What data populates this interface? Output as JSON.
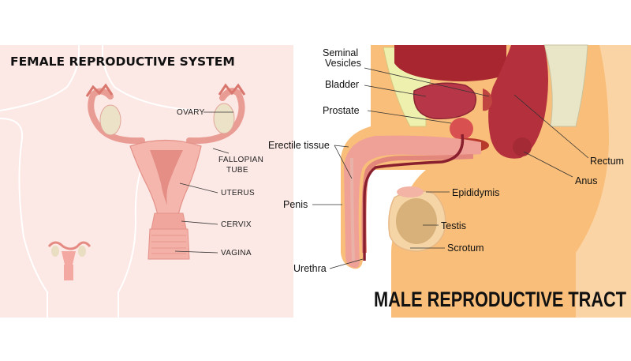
{
  "female": {
    "title": "FEMALE REPRODUCTIVE SYSTEM",
    "labels": {
      "ovary": "OVARY",
      "fallopian_1": "FALLOPIAN",
      "fallopian_2": "TUBE",
      "uterus": "UTERUS",
      "cervix": "CERVIX",
      "vagina": "VAGINA"
    }
  },
  "male": {
    "title": "MALE REPRODUCTIVE TRACT",
    "labels": {
      "seminal_1": "Seminal",
      "seminal_2": "Vesicles",
      "bladder": "Bladder",
      "prostate": "Prostate",
      "erectile": "Erectile tissue",
      "penis": "Penis",
      "urethra": "Urethra",
      "epididymis": "Epididymis",
      "testis": "Testis",
      "scrotum": "Scrotum",
      "rectum": "Rectum",
      "anus": "Anus"
    }
  },
  "colors": {
    "female_bg": "#fce8e4",
    "male_skin": "#f9be79",
    "organ_pink": "#f2b3ab",
    "organ_dark": "#8d2a3a",
    "bone_yellow": "#eef0ad"
  }
}
